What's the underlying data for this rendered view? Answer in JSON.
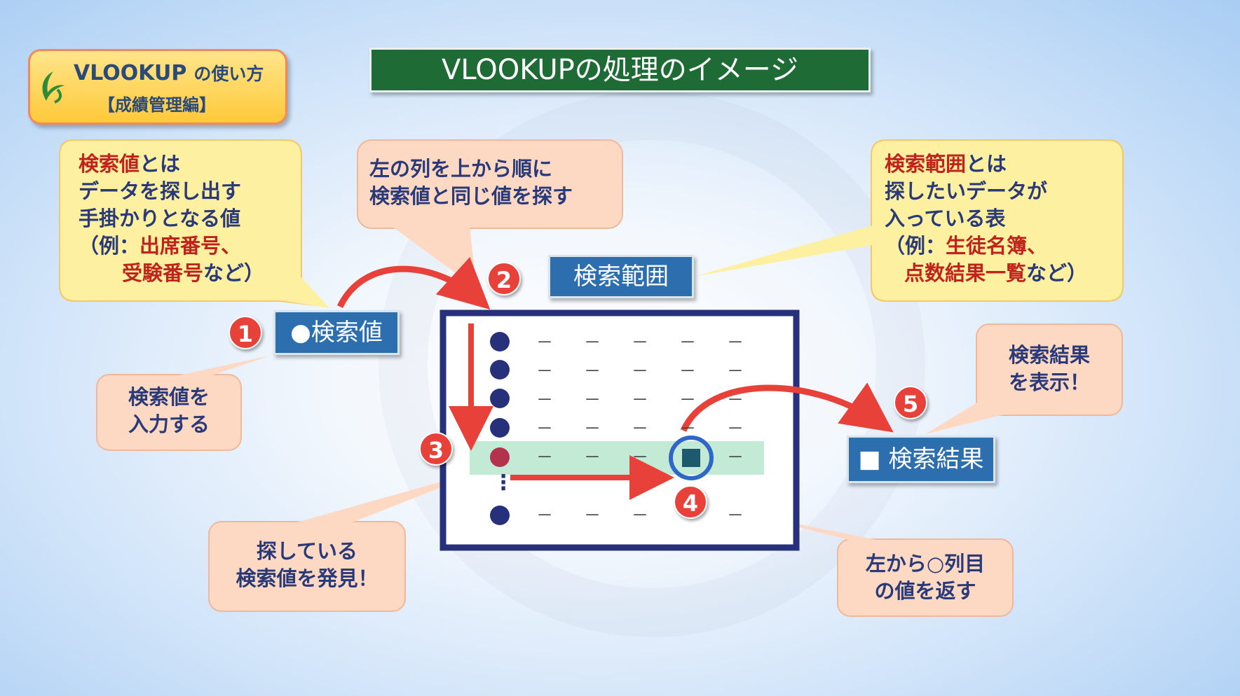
{
  "logo": {
    "title": "VLOOKUP",
    "title_suffix": "の使い方",
    "subtitle": "【成績管理編】"
  },
  "title": "VLOOKUPの処理のイメージ",
  "callouts": {
    "lookup_value_def": {
      "line1_red": "検索値",
      "line1_rest": "とは",
      "line2": "データを探し出す",
      "line3": "手掛かりとなる値",
      "line4_pre": "（例：",
      "line4_red": "出席番号、",
      "line5_red": "受験番号",
      "line5_rest": "など）"
    },
    "step2": {
      "line1": "左の列を上から順に",
      "line2": "検索値と同じ値を探す"
    },
    "range_def": {
      "line1_red": "検索範囲",
      "line1_rest": "とは",
      "line2": "探したいデータが",
      "line3": "入っている表",
      "line4_pre": "（例：",
      "line4_red": "生徒名簿、",
      "line5_red": "点数結果一覧",
      "line5_rest": "など）"
    },
    "input": {
      "line1": "検索値を",
      "line2": "入力する"
    },
    "found": {
      "line1": "探している",
      "line2": "検索値を発見！"
    },
    "return_col": {
      "line1": "左から○列目",
      "line2": "の値を返す"
    },
    "show_result": {
      "line1": "検索結果",
      "line2": "を表示！"
    }
  },
  "tags": {
    "lookup_value": "●検索値",
    "range": "検索範囲",
    "result": "■ 検索結果"
  },
  "steps": [
    "1",
    "2",
    "3",
    "4",
    "5"
  ],
  "table": {
    "vertical_dots": "⋮",
    "dash": "－"
  },
  "colors": {
    "accent_red": "#e8413a",
    "navy": "#27307a",
    "banner_green": "#1f6b35",
    "tag_blue": "#2d6fae",
    "highlight": "#b9e6cc",
    "callout_yellow": "#fdf0a0",
    "callout_peach": "#fdd9c4"
  }
}
